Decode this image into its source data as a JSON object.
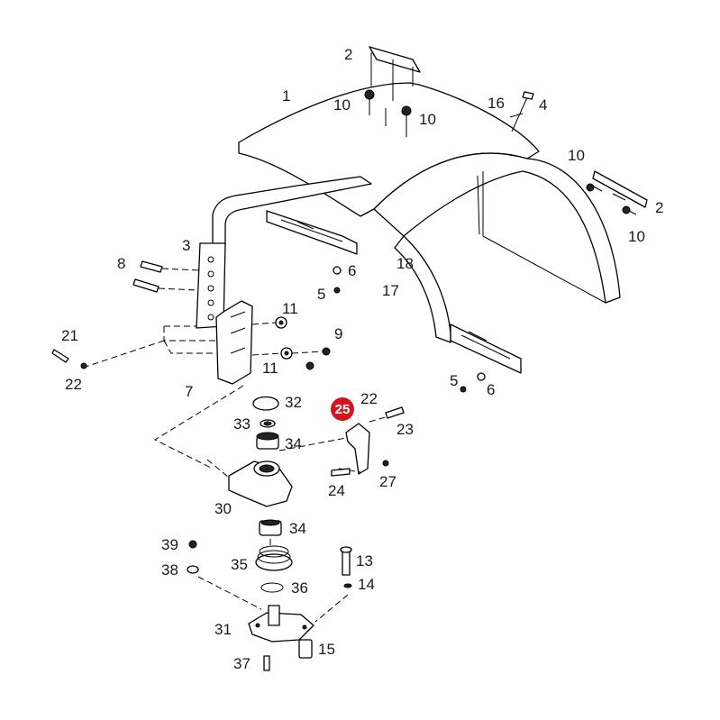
{
  "labels": {
    "l1": "1",
    "l2a": "2",
    "l2b": "2",
    "l3": "3",
    "l4": "4",
    "l5a": "5",
    "l5b": "5",
    "l6a": "6",
    "l6b": "6",
    "l7": "7",
    "l8": "8",
    "l9": "9",
    "l10a": "10",
    "l10b": "10",
    "l10c": "10",
    "l10d": "10",
    "l11a": "11",
    "l11b": "11",
    "l13": "13",
    "l14": "14",
    "l15": "15",
    "l16": "16",
    "l17": "17",
    "l18": "18",
    "l21": "21",
    "l22a": "22",
    "l22b": "22",
    "l23": "23",
    "l24": "24",
    "l25": "25",
    "l27": "27",
    "l30": "30",
    "l31": "31",
    "l32": "32",
    "l33": "33",
    "l34a": "34",
    "l34b": "34",
    "l35": "35",
    "l36": "36",
    "l37": "37",
    "l38": "38",
    "l39": "39"
  },
  "highlight": {
    "part": "25",
    "color": "#d6141c"
  }
}
